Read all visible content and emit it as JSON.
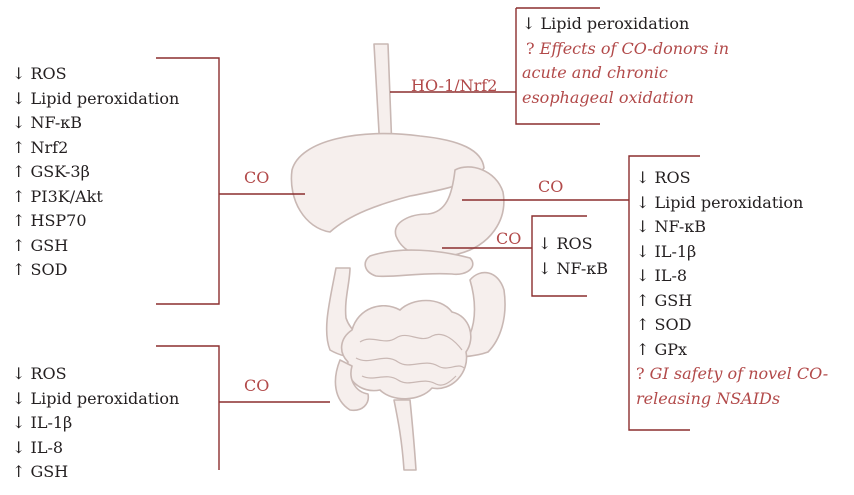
{
  "colors": {
    "accent": "#b24a4a",
    "text": "#231f20",
    "organ_outline": "#c9b8b4"
  },
  "labels": {
    "co_top_left": "CO",
    "co_bottom_left": "CO",
    "co_stomach": "CO",
    "co_duodenum": "CO",
    "esophagus_pathway": "HO-1/Nrf2"
  },
  "esophagus_box": {
    "effects": [
      "↓ Lipid peroxidation"
    ],
    "question_mark": "?",
    "question": [
      "Effects of CO-donors in",
      "acute and chronic",
      "esophageal oxidation"
    ]
  },
  "top_left_box": {
    "effects": [
      "↓ ROS",
      "↓ Lipid peroxidation",
      "↓ NF-κB",
      "↑ Nrf2",
      "↑ GSK-3β",
      "↑ PI3K/Akt",
      "↑ HSP70",
      "↑ GSH",
      "↑ SOD"
    ]
  },
  "bottom_left_box": {
    "effects": [
      "↓ ROS",
      "↓ Lipid peroxidation",
      "↓ IL-1β",
      "↓ IL-8",
      "↑ GSH"
    ]
  },
  "duodenum_box": {
    "effects": [
      "↓ ROS",
      "↓ NF-κB"
    ]
  },
  "stomach_box": {
    "effects": [
      "↓ ROS",
      "↓ Lipid peroxidation",
      "↓ NF-κB",
      "↓ IL-1β",
      "↓ IL-8",
      "↑ GSH",
      "↑ SOD",
      "↑ GPx"
    ],
    "question_mark": "?",
    "question": [
      "GI safety of novel CO-",
      "releasing NSAIDs"
    ]
  }
}
